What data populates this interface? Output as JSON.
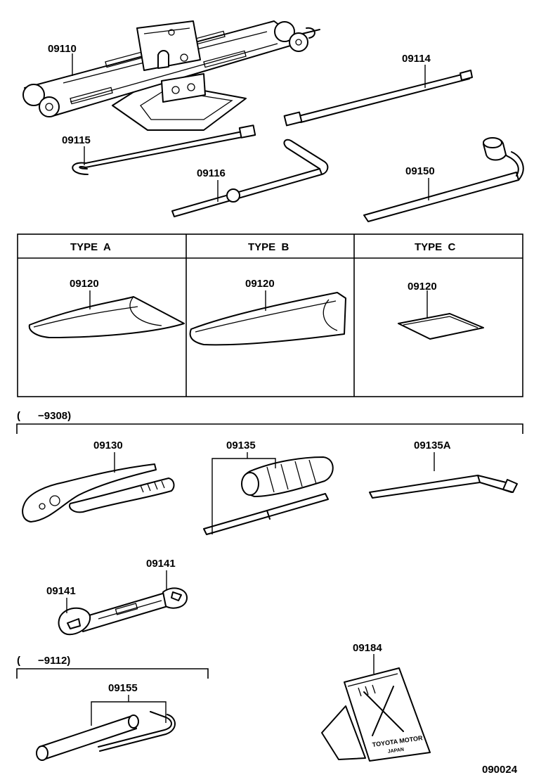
{
  "parts": {
    "jack": "09110",
    "extension_bar": "09114",
    "jack_handle": "09115",
    "jack_handle_b": "09116",
    "wheel_wrench": "09150",
    "bag_a": "09120",
    "bag_b": "09120",
    "bag_c": "09120",
    "pliers": "09130",
    "screwdriver": "09135",
    "screwdriver_a": "09135A",
    "wrench_upper": "09141",
    "wrench_lower": "09141",
    "plug_wrench": "09155",
    "wheel_chock": "09184"
  },
  "table": {
    "type_a": "TYPE  A",
    "type_b": "TYPE  B",
    "type_c": "TYPE  C"
  },
  "groups": {
    "group1": "(      −9308)",
    "group2": "(      −9112)"
  },
  "chock_text": "TOYOTA MOTOR",
  "chock_sub": "JAPAN",
  "figure_id": "090024"
}
